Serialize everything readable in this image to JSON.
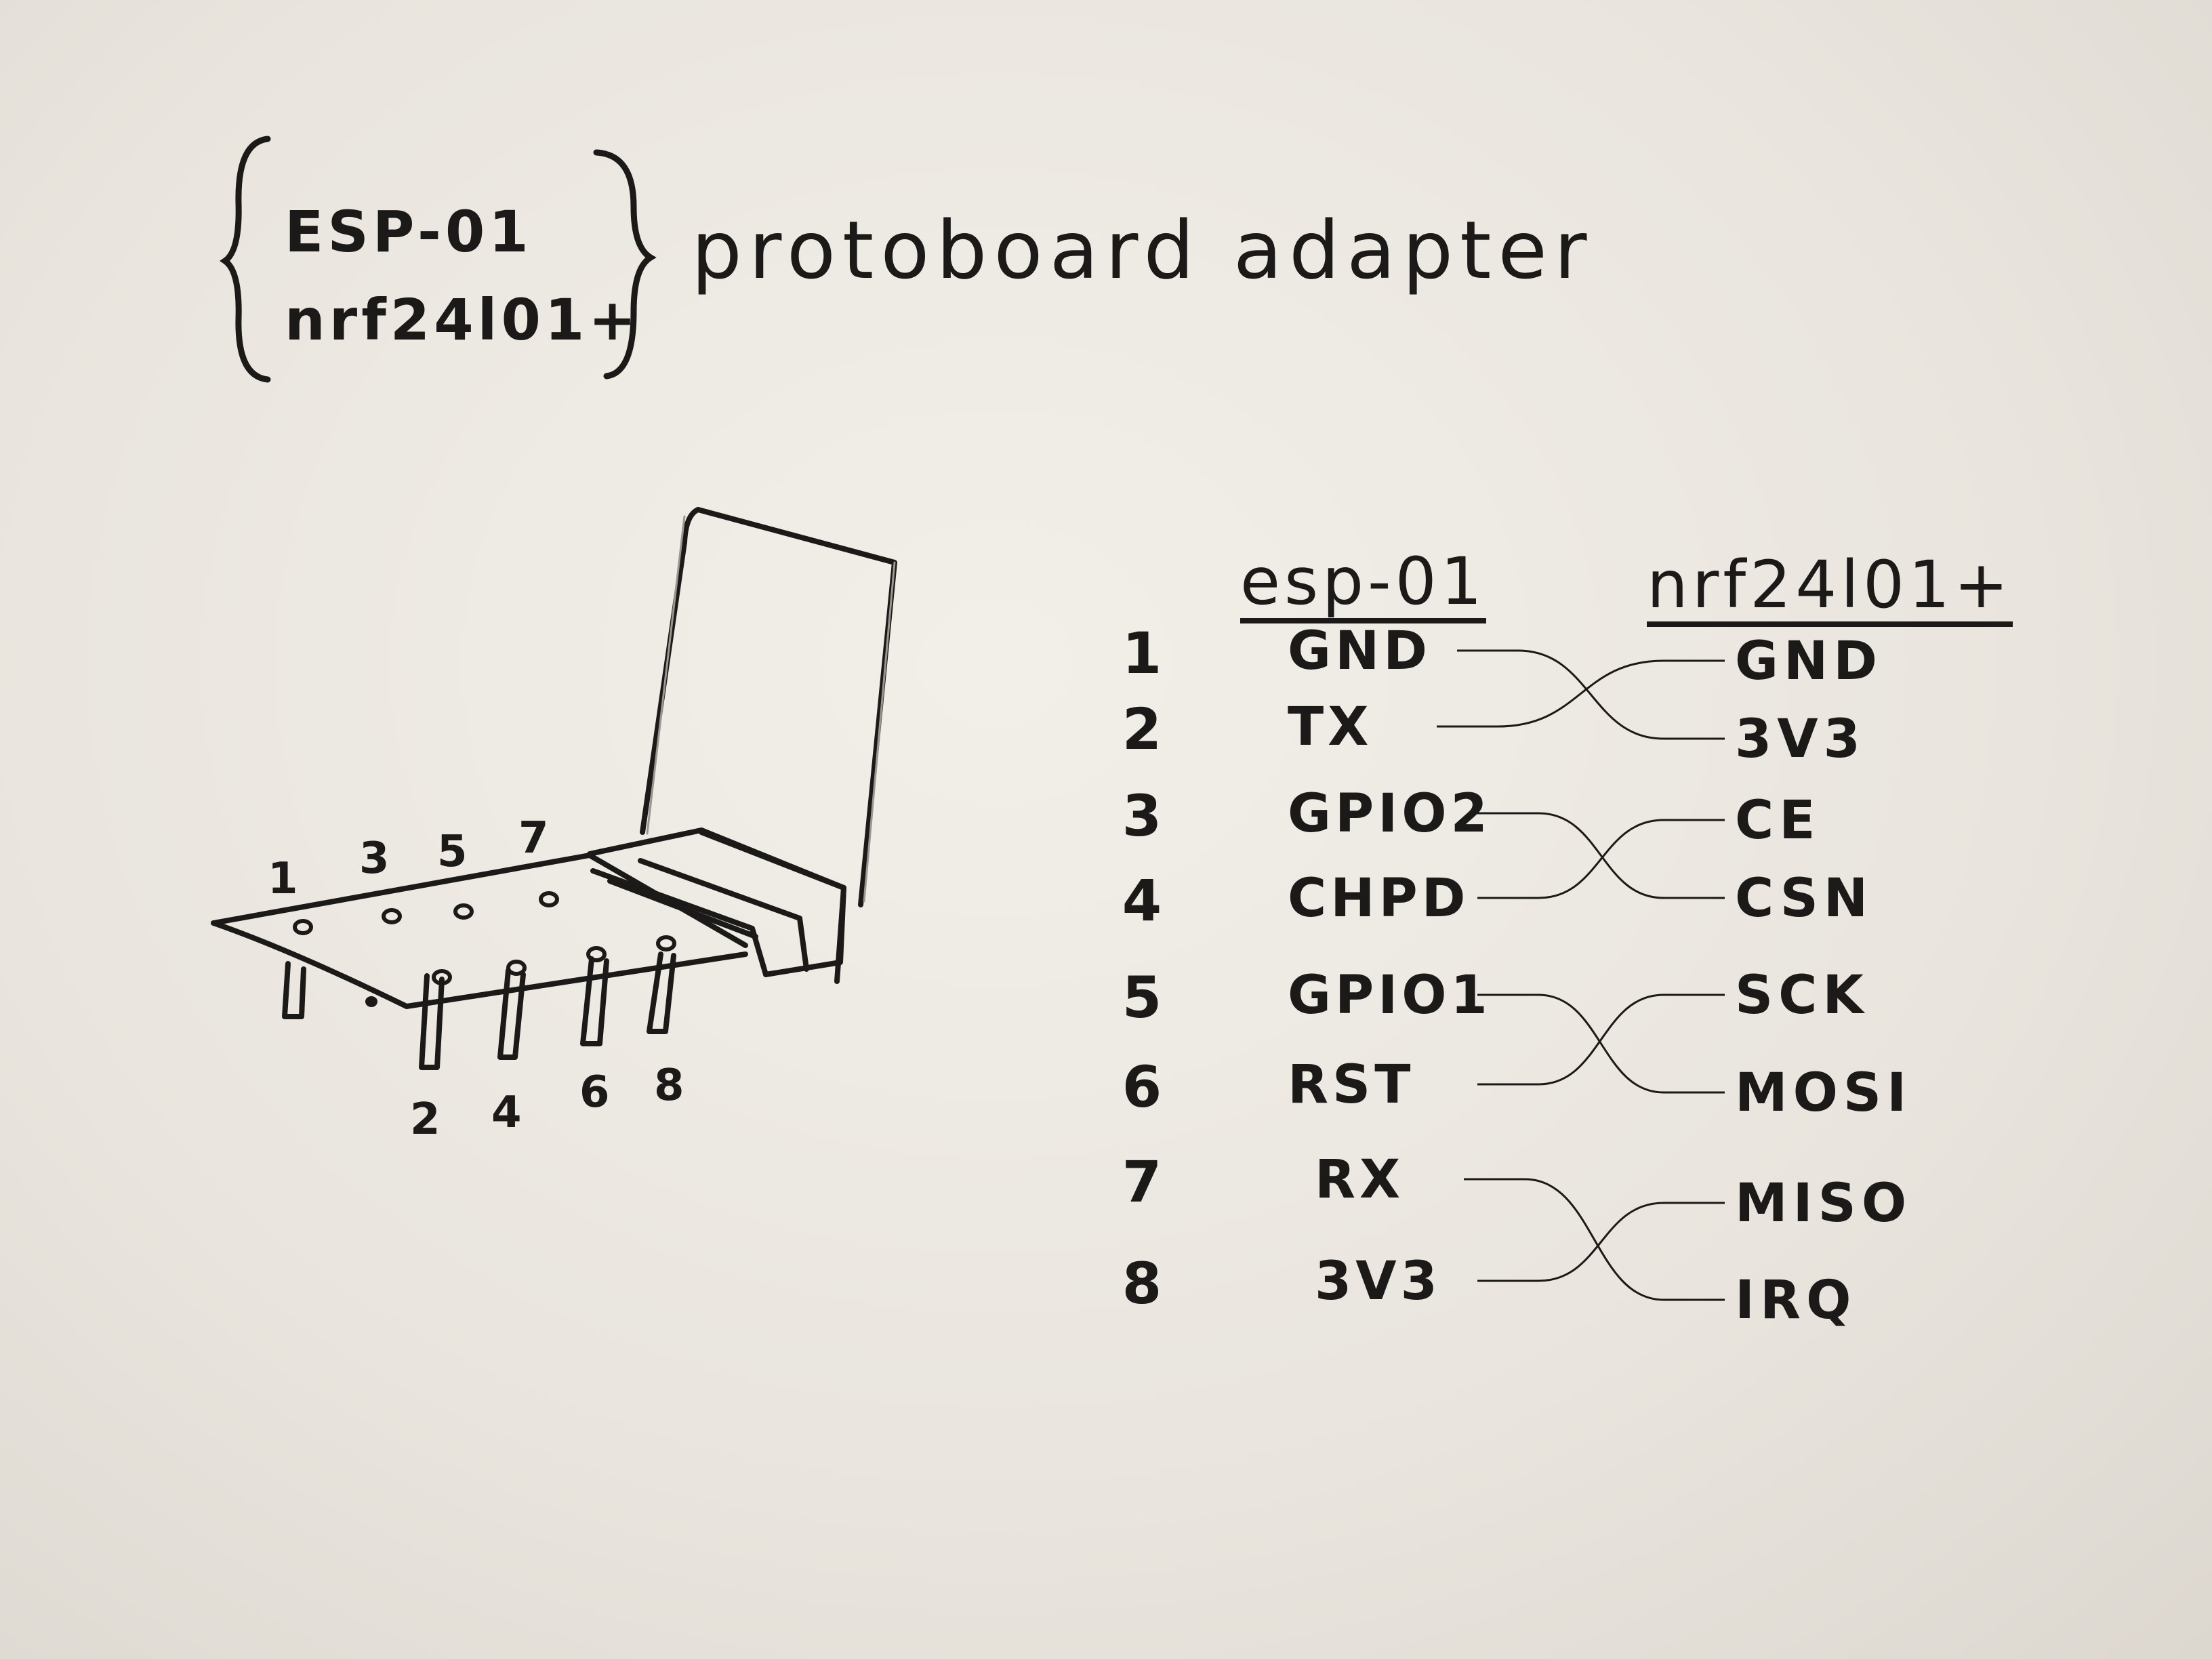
{
  "title": {
    "stack_top": "ESP-01",
    "stack_bottom": "nrf24l01+",
    "main": "protoboard adapter"
  },
  "table": {
    "esp_header": "esp-01",
    "nrf_header": "nrf24l01+",
    "pin_numbers": [
      "1",
      "2",
      "3",
      "4",
      "5",
      "6",
      "7",
      "8"
    ],
    "esp_pins": [
      "GND",
      "TX",
      "GPIO2",
      "CHPD",
      "GPIO1",
      "RST",
      "RX",
      "3V3"
    ],
    "nrf_pins": [
      "GND",
      "3V3",
      "CE",
      "CSN",
      "SCK",
      "MOSI",
      "MISO",
      "IRQ"
    ],
    "connections": [
      {
        "from": "GND",
        "to": "3V3"
      },
      {
        "from": "TX",
        "to": "GND"
      },
      {
        "from": "GPIO2",
        "to": "CSN"
      },
      {
        "from": "CHPD",
        "to": "CE"
      },
      {
        "from": "GPIO1",
        "to": "MOSI"
      },
      {
        "from": "RST",
        "to": "SCK"
      },
      {
        "from": "RX",
        "to": "IRQ"
      },
      {
        "from": "3V3",
        "to": "MISO"
      }
    ]
  },
  "figure": {
    "top_pin_labels": [
      "1",
      "3",
      "5",
      "7"
    ],
    "bottom_pin_labels": [
      "2",
      "4",
      "6",
      "8"
    ]
  },
  "colors": {
    "ink": "#1c1a19",
    "paper": "#ece8e1"
  }
}
